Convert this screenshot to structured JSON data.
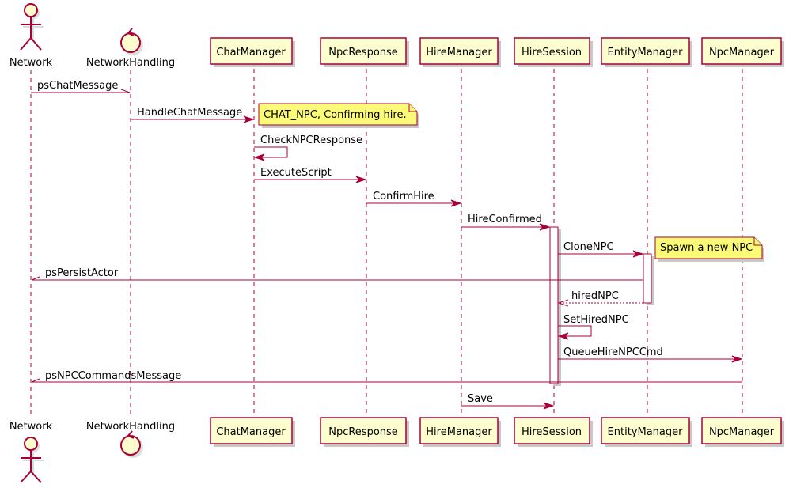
{
  "diagram": {
    "type": "sequence",
    "colors": {
      "line": "#A80036",
      "participant_fill": "#FEFECE",
      "note_fill": "#FBFB77",
      "activation_fill": "#FFFFFF"
    },
    "participants": [
      {
        "id": "network",
        "label": "Network",
        "kind": "actor"
      },
      {
        "id": "networkhandling",
        "label": "NetworkHandling",
        "kind": "control"
      },
      {
        "id": "chatmanager",
        "label": "ChatManager",
        "kind": "participant"
      },
      {
        "id": "npcresponse",
        "label": "NpcResponse",
        "kind": "participant"
      },
      {
        "id": "hiremanager",
        "label": "HireManager",
        "kind": "participant"
      },
      {
        "id": "hiresession",
        "label": "HireSession",
        "kind": "participant"
      },
      {
        "id": "entitymanager",
        "label": "EntityManager",
        "kind": "participant"
      },
      {
        "id": "npcmanager",
        "label": "NpcManager",
        "kind": "participant"
      }
    ],
    "messages": [
      {
        "from": "network",
        "to": "networkhandling",
        "label": "psChatMessage",
        "style": "async"
      },
      {
        "from": "networkhandling",
        "to": "chatmanager",
        "label": "HandleChatMessage",
        "style": "sync"
      },
      {
        "from": "chatmanager",
        "to": "chatmanager",
        "label": "CheckNPCResponse",
        "style": "sync"
      },
      {
        "from": "chatmanager",
        "to": "npcresponse",
        "label": "ExecuteScript",
        "style": "sync"
      },
      {
        "from": "npcresponse",
        "to": "hiremanager",
        "label": "ConfirmHire",
        "style": "sync"
      },
      {
        "from": "hiremanager",
        "to": "hiresession",
        "label": "HireConfirmed",
        "style": "sync"
      },
      {
        "from": "hiresession",
        "to": "entitymanager",
        "label": "CloneNPC",
        "style": "sync"
      },
      {
        "from": "entitymanager",
        "to": "network",
        "label": "psPersistActor",
        "style": "async"
      },
      {
        "from": "entitymanager",
        "to": "hiresession",
        "label": "hiredNPC",
        "style": "return"
      },
      {
        "from": "hiresession",
        "to": "hiresession",
        "label": "SetHiredNPC",
        "style": "sync"
      },
      {
        "from": "hiresession",
        "to": "npcmanager",
        "label": "QueueHireNPCCmd",
        "style": "sync"
      },
      {
        "from": "npcmanager",
        "to": "network",
        "label": "psNPCCommandsMessage",
        "style": "async"
      },
      {
        "from": "hiremanager",
        "to": "hiresession",
        "label": "Save",
        "style": "sync"
      }
    ],
    "notes": [
      {
        "attached_to": "chatmanager",
        "position": "right",
        "text": "CHAT_NPC, Confirming hire."
      },
      {
        "attached_to": "entitymanager",
        "position": "right",
        "text": "Spawn a new NPC"
      }
    ]
  }
}
